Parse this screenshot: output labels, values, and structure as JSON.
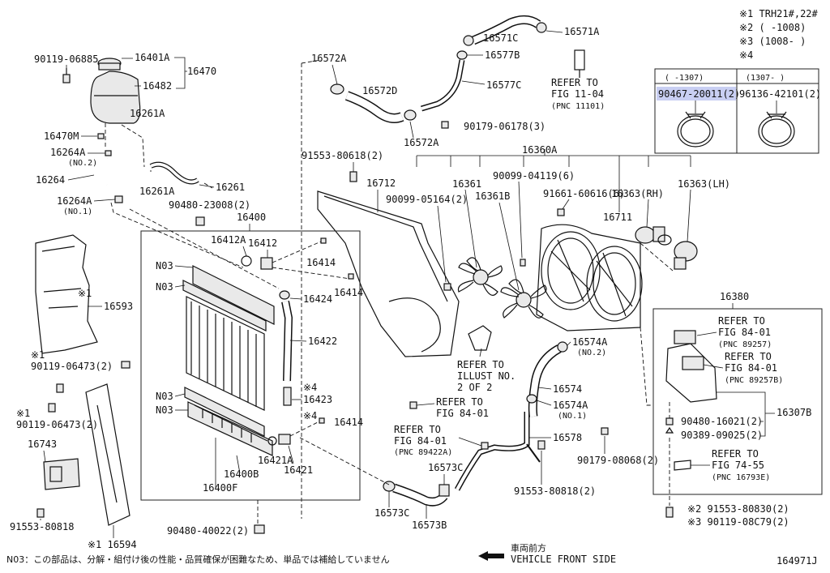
{
  "diagram_id": "164971J",
  "footnote": "N03：この部品は、分解・組付け後の性能・品質確保が困難なため、単品では補給していません",
  "direction": {
    "jp": "車両前方",
    "en": "VEHICLE FRONT SIDE"
  },
  "legend": {
    "lines": [
      "※1 TRH21#,22#",
      "※2 (      -1008)",
      "※3 (1008-      )",
      "※4"
    ],
    "col_left_header": "(      -1307)",
    "col_right_header": "(1307-      )",
    "col_left_part": "90467-20011(2)",
    "col_right_part": "96136-42101(2)"
  },
  "labels": {
    "p16401A": "16401A",
    "p16470": "16470",
    "p16482": "16482",
    "p90119_06885": "90119-06885",
    "p16261A_a": "16261A",
    "p16470M": "16470M",
    "p16264A_a": "16264A",
    "p16264A_a_sub": "(NO.2)",
    "p16264": "16264",
    "p16264A_b": "16264A",
    "p16264A_b_sub": "(NO.1)",
    "p16261A_b": "16261A",
    "p16261": "16261",
    "p90480_23008": "90480-23008(2)",
    "p16572A_a": "16572A",
    "p16572D": "16572D",
    "p16572A_b": "16572A",
    "p16571C": "16571C",
    "p16571A": "16571A",
    "p16577B": "16577B",
    "p16577C": "16577C",
    "p90179_06178": "90179-06178(3)",
    "refer_1104": "REFER TO",
    "refer_1104_b": "FIG 11-04",
    "refer_1104_c": "(PNC 11101)",
    "p91553_80618": "91553-80618(2)",
    "p16360A": "16360A",
    "p16712": "16712",
    "p16361": "16361",
    "p90099_04119": "90099-04119(6)",
    "p90099_05164": "90099-05164(2)",
    "p16361B": "16361B",
    "p91661_60616": "91661-60616(6)",
    "p16363RH": "16363(RH)",
    "p16363LH": "16363(LH)",
    "p16711": "16711",
    "p16400": "16400",
    "p16412A": "16412A",
    "p16412": "16412",
    "p16414_a": "16414",
    "p16414_b": "16414",
    "p16414_c": "16414",
    "n03_a": "N03",
    "n03_b": "N03",
    "n03_c": "N03",
    "n03_d": "N03",
    "p16424": "16424",
    "p16422": "16422",
    "p16423": "16423",
    "star4_a": "※4",
    "star4_b": "※4",
    "p16421A": "16421A",
    "p16421": "16421",
    "p16400B": "16400B",
    "p16400F": "16400F",
    "p90480_40022": "90480-40022(2)",
    "star1_a": "※1",
    "p16593": "16593",
    "star1_b": "※1",
    "p90119_06473_a": "90119-06473(2)",
    "star1_c": "※1",
    "p90119_06473_b": "90119-06473(2)",
    "p16743": "16743",
    "p91553_80818_a": "91553-80818",
    "p16594": "※1 16594",
    "refer_illust": "REFER TO",
    "refer_illust_b": "ILLUST NO.",
    "refer_illust_c": "2 OF 2",
    "p16574A_a": "16574A",
    "p16574A_a_sub": "(NO.2)",
    "p16574": "16574",
    "p16574A_b": "16574A",
    "p16574A_b_sub": "(NO.1)",
    "refer_8401_a": "REFER TO",
    "refer_8401_a_b": "FIG 84-01",
    "refer_89422": "REFER TO",
    "refer_89422_b": "FIG 84-01",
    "refer_89422_c": "(PNC 89422A)",
    "p16578": "16578",
    "p16573C_a": "16573C",
    "p16573C_b": "16573C",
    "p16573B": "16573B",
    "p91553_80818_b": "91553-80818(2)",
    "p90179_08068": "90179-08068(2)",
    "p16380": "16380",
    "refer_89257": "REFER TO",
    "refer_89257_b": "FIG 84-01",
    "refer_89257_c": "(PNC 89257)",
    "refer_89257B": "REFER TO",
    "refer_89257B_b": "FIG 84-01",
    "refer_89257B_c": "(PNC 89257B)",
    "p16307B": "16307B",
    "p90480_16021": "90480-16021(2)",
    "p90389_09025": "90389-09025(2)",
    "refer_7455": "REFER TO",
    "refer_7455_b": "FIG 74-55",
    "refer_7455_c": "(PNC 16793E)",
    "p91553_80830": "※2 91553-80830(2)",
    "p90119_08C79": "※3 90119-08C79(2)"
  }
}
